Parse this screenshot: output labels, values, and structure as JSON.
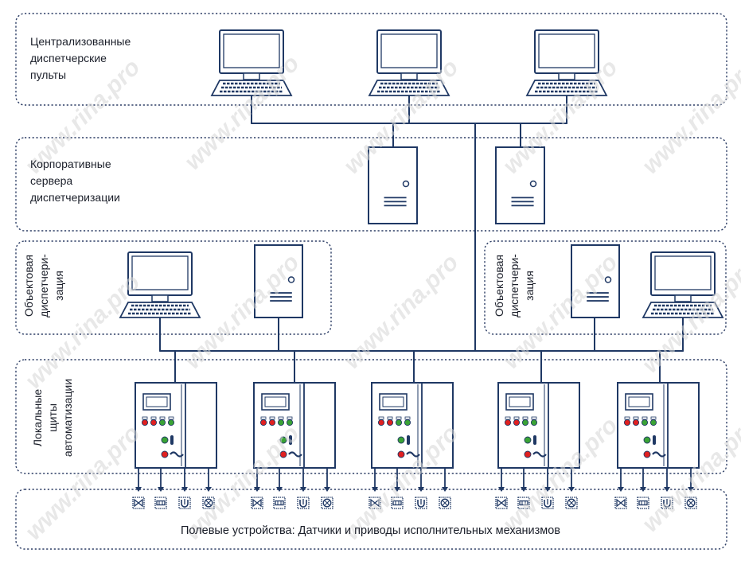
{
  "tiers": {
    "central_consoles": [
      "Централизованные",
      "диспетчерские",
      "пульты"
    ],
    "corporate_servers": [
      "Корпоративные",
      "сервера",
      "диспетчеризации"
    ],
    "object_dispatch_left": [
      "Объектовая",
      "диспетчери-",
      "зация"
    ],
    "object_dispatch_right": [
      "Объектовая",
      "диспетчери-",
      "зация"
    ],
    "local_panels": [
      "Локальные",
      "щиты",
      "автоматизации"
    ],
    "field_devices": "Полевые устройства: Датчики и приводы исполнительных механизмов"
  },
  "watermark": "www.rina.pro",
  "colors": {
    "line": "#1f3864",
    "frame_dash": "#2e3f66",
    "led_red": "#e02020",
    "led_green": "#3aa335",
    "watermark": "#d6d6d6"
  },
  "icons": [
    "computer-icon",
    "server-icon",
    "control-panel-icon",
    "valve-icon",
    "sensor-icon",
    "actuator-icon",
    "motor-icon"
  ]
}
